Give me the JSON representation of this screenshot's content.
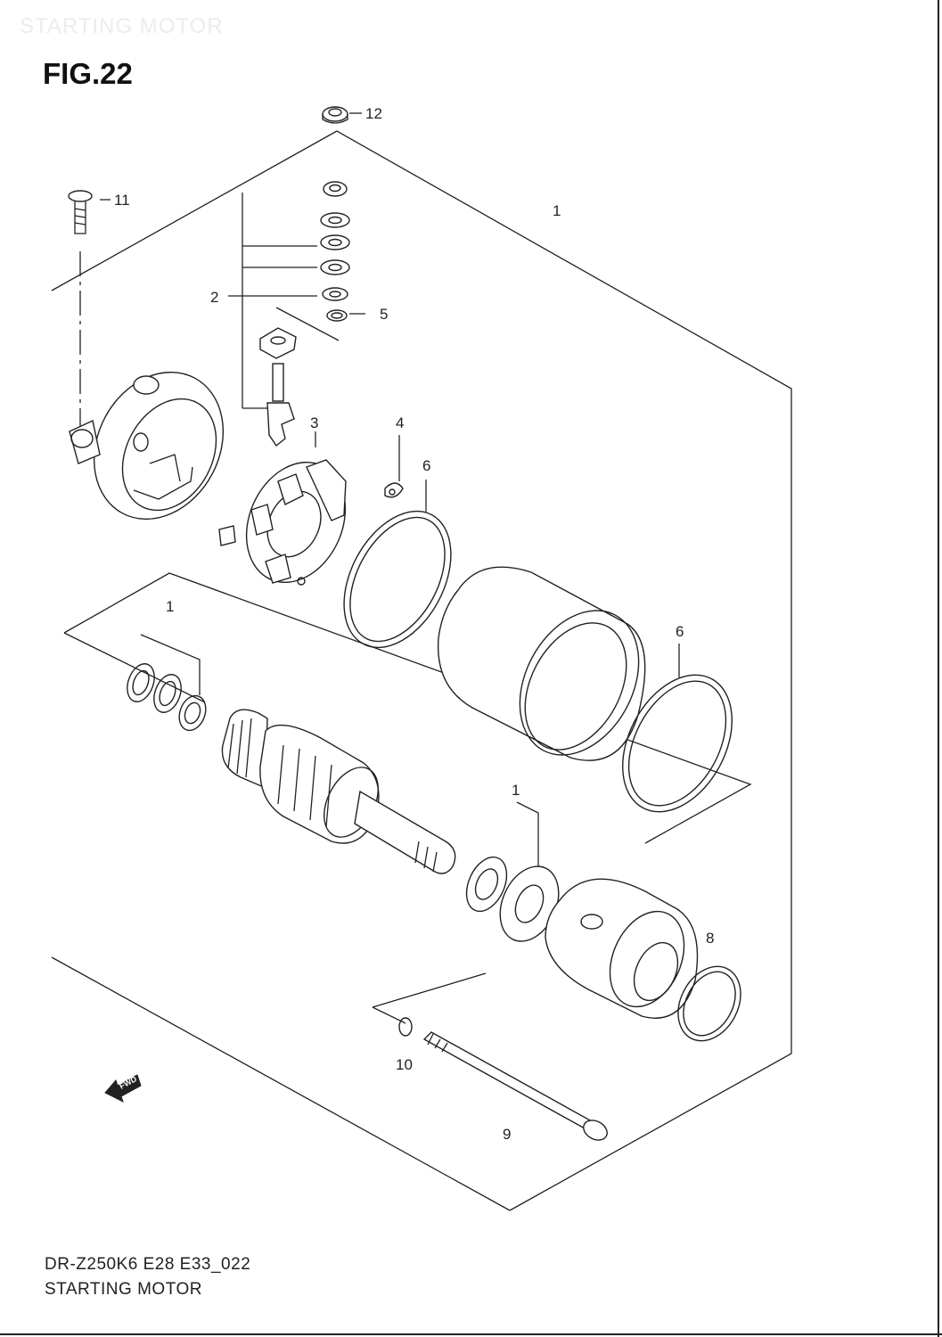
{
  "watermark": "STARTING MOTOR",
  "figure_title": "FIG.22",
  "footer": {
    "code": "DR-Z250K6 E28 E33_022",
    "name": "STARTING MOTOR"
  },
  "callouts": {
    "c1_top": "1",
    "c1_brush": "1",
    "c1_front": "1",
    "c2": "2",
    "c3": "3",
    "c4": "4",
    "c5": "5",
    "c6_upper": "6",
    "c6_lower": "6",
    "c8": "8",
    "c9": "9",
    "c10": "10",
    "c11": "11",
    "c12": "12"
  },
  "fwd_label": "FWD"
}
